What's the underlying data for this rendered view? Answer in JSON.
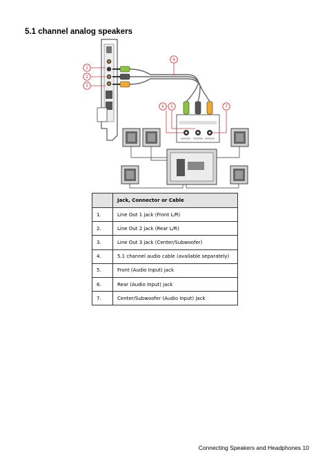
{
  "heading": "5.1 channel analog speakers",
  "callouts": [
    "1",
    "2",
    "3",
    "4",
    "5",
    "6",
    "7"
  ],
  "colors": {
    "callout_red": "#d9343a",
    "plug_green": "#8cc63f",
    "plug_black": "#555555",
    "plug_orange": "#f0a830"
  },
  "table": {
    "headers": [
      "",
      "Jack, Connector or Cable"
    ],
    "rows": [
      {
        "num": "1.",
        "label": "Line Out 1 jack (Front L/R)"
      },
      {
        "num": "2.",
        "label": "Line Out 2 jack (Rear L/R)"
      },
      {
        "num": "3.",
        "label": "Line Out 3 jack (Center/Subwoofer)"
      },
      {
        "num": "4.",
        "label": "5.1 channel audio cable (available separately)"
      },
      {
        "num": "5.",
        "label": "Front (Audio Input) jack"
      },
      {
        "num": "6.",
        "label": "Rear (Audio Input) jack"
      },
      {
        "num": "7.",
        "label": "Center/Subwoofer (Audio Input) jack"
      }
    ]
  },
  "footer": "Connecting Speakers and Headphones 10"
}
